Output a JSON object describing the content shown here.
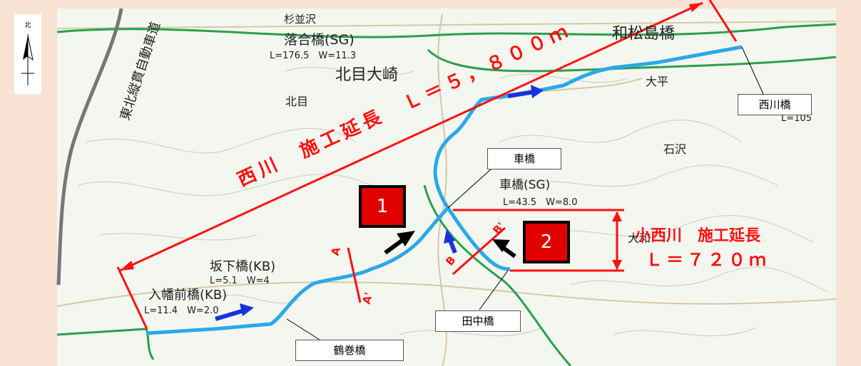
{
  "north": {
    "label": "北"
  },
  "map_labels": {
    "place_1": "杉並沢",
    "bridge_ochiai": "落合橋(SG)",
    "bridge_ochiai_dims": "L=176.5　W=11.3",
    "place_2": "北目大崎",
    "place_3": "北目",
    "place_4": "和松島橋",
    "place_5": "大平",
    "place_6": "石沢",
    "bridge_sakashita": "坂下橋(KB)",
    "bridge_sakashita_dims": "L=5.1　W=4",
    "bridge_yawata": "入幡前橋(KB)",
    "bridge_yawata_dims": "L=11.4　W=2.0",
    "bridge_kuruma_map": "車橋(SG)",
    "bridge_kuruma_dims": "L=43.5　W=8.0",
    "place_7": "大和",
    "dims_east": "L=105",
    "highway": "東北縦貫自動車道"
  },
  "callouts": {
    "nishikawa_bridge": "西川橋",
    "kuruma_bridge": "車橋",
    "tanaka_bridge": "田中橋",
    "tsurumaki_bridge": "鶴巻橋"
  },
  "markers": {
    "box1": "1",
    "box2": "2",
    "section_a": "A",
    "section_a_prime": "A'",
    "section_b": "B",
    "section_b_prime": "B'"
  },
  "annotations": {
    "nishikawa_length": "西川　施工延長　Ｌ＝５，８００ｍ",
    "konishi_title": "小西川　施工延長",
    "konishi_length": "Ｌ＝７２０ｍ"
  },
  "colors": {
    "river": "#29a9e8",
    "dimension": "#ff1010",
    "flow_arrow": "#1633e0",
    "marker_box": "#e00000",
    "background_frame": "#f7e2d3"
  }
}
